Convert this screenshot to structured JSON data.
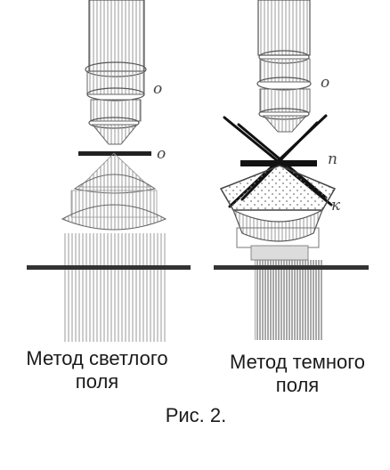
{
  "left_diagram": {
    "label_top": "о",
    "label_mid": "о",
    "caption_line1": "Метод светлого",
    "caption_line2": "поля"
  },
  "right_diagram": {
    "label_top": "о",
    "label_mid": "п",
    "label_bottom": "к",
    "caption_line1": "Метод темного",
    "caption_line2": "поля"
  },
  "figure_caption": "Рис. 2.",
  "colors": {
    "ink": "#1a1a1a",
    "hatch": "#8a8a8a",
    "background": "#ffffff"
  }
}
